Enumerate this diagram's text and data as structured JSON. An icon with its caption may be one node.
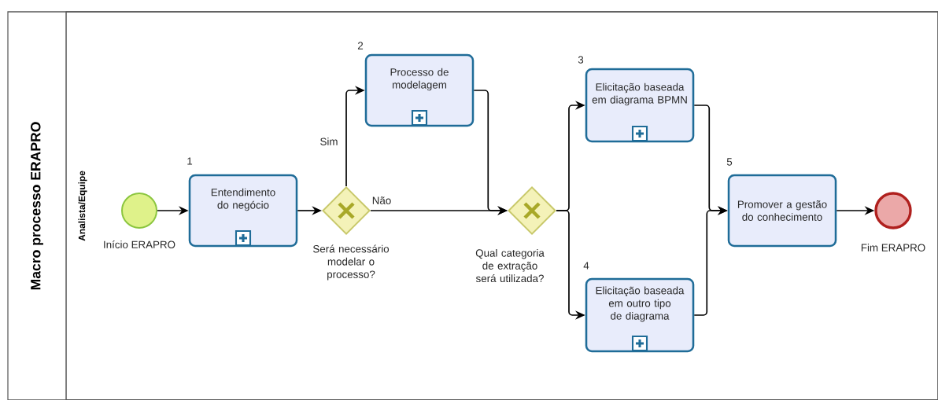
{
  "diagram": {
    "nodes": [
      {
        "text": [
          "Macro processo  ERAPRO"
        ]
      },
      {
        "text": [
          "Analista/Equipe"
        ],
        "in": 0
      },
      {
        "text": [],
        "shape": "circle",
        "beside": [
          "Início ERAPRO"
        ],
        "in": 1
      },
      {
        "text": [
          "Entendimento do negócio"
        ],
        "beside": [
          "1"
        ],
        "in": 1
      },
      {
        "text": [],
        "shape": "diamond",
        "beside": [
          "Será necessário modelar o processo?"
        ],
        "in": 1
      },
      {
        "text": [
          "Processo de modelagem"
        ],
        "beside": [
          "2"
        ],
        "in": 1
      },
      {
        "text": [],
        "shape": "diamond",
        "beside": [
          "Qual categoria de extração será utilizada?"
        ],
        "in": 1
      },
      {
        "text": [
          "Elicitação baseada em diagrama BPMN"
        ],
        "beside": [
          "3"
        ],
        "in": 1
      },
      {
        "text": [
          "Elicitação baseada em outro tipo de diagrama"
        ],
        "beside": [
          "4"
        ],
        "in": 1
      },
      {
        "text": [
          "Promover a gestão do conhecimento"
        ],
        "beside": [
          "5"
        ],
        "in": 1
      },
      {
        "text": [],
        "shape": "circle",
        "beside": [
          "Fim ERAPRO"
        ],
        "in": 1
      }
    ],
    "edges": [
      {
        "from": 2,
        "to": 3,
        "arrow": "to"
      },
      {
        "from": 3,
        "to": 4,
        "arrow": "to"
      },
      {
        "from": 4,
        "to": 5,
        "arrow": "to",
        "label": "Sim"
      },
      {
        "from": 4,
        "to": 6,
        "arrow": "to",
        "label": "Não"
      },
      {
        "from": 5,
        "to": 6,
        "arrow": "to"
      },
      {
        "from": 6,
        "to": 7,
        "arrow": "to"
      },
      {
        "from": 6,
        "to": 8,
        "arrow": "to"
      },
      {
        "from": 7,
        "to": 9,
        "arrow": "to"
      },
      {
        "from": 8,
        "to": 9,
        "arrow": "to"
      },
      {
        "from": 9,
        "to": 10,
        "arrow": "to"
      }
    ]
  }
}
